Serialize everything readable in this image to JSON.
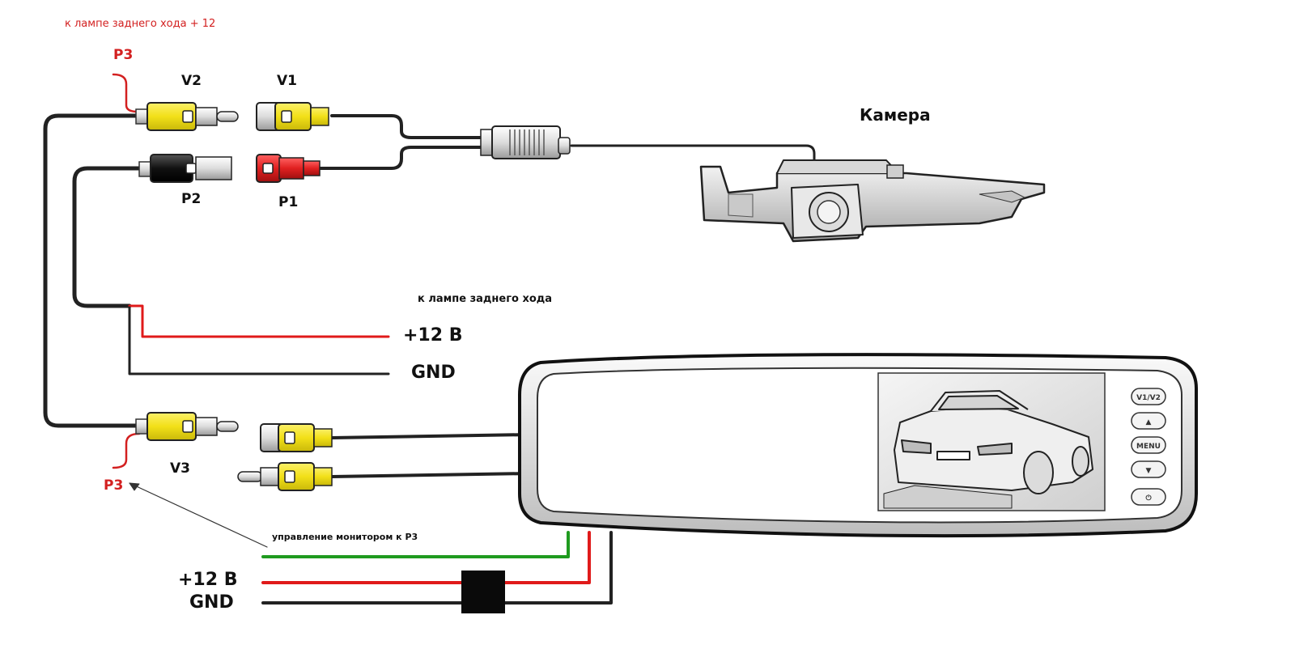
{
  "labels": {
    "top_lamp_note": "к лампе заднего хода + 12",
    "p3_top": "P3",
    "p3_bottom": "P3",
    "v1": "V1",
    "v2": "V2",
    "v3": "V3",
    "p1": "P1",
    "p2": "P2",
    "camera": "Камера",
    "lamp_note": "к лампе заднего хода",
    "plus12_mid": "+12 В",
    "gnd_mid": "GND",
    "plus12_bottom": "+12 В",
    "gnd_bottom": "GND",
    "monitor_control": "управление монитором к Р3"
  },
  "monitor_buttons": [
    "V1/V2",
    "▲",
    "MENU",
    "▼",
    "⏻"
  ],
  "colors": {
    "yellow_plug": "#f2e018",
    "red_plug": "#e02020",
    "black_plug": "#111111",
    "wire_black": "#222222",
    "wire_red": "#e01a1a",
    "wire_green": "#1f9b1f"
  }
}
